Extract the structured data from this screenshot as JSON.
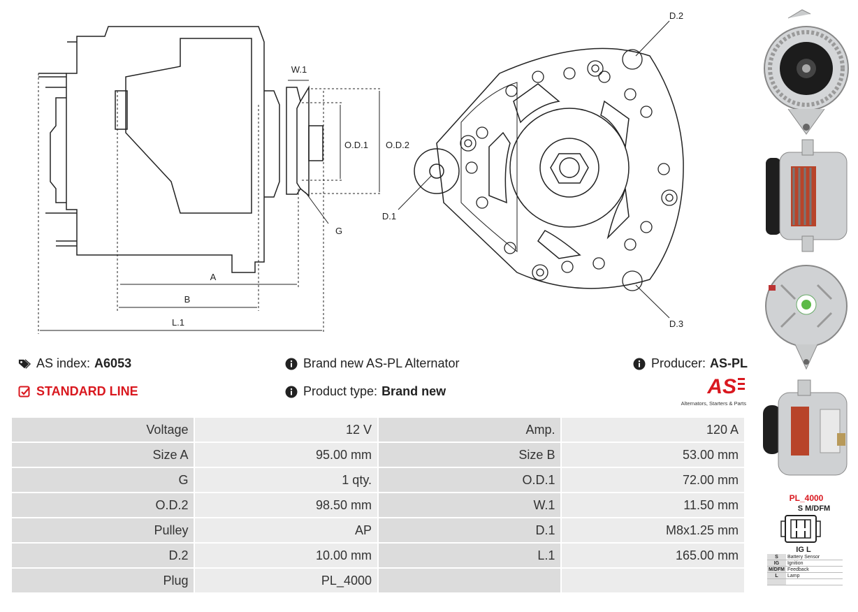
{
  "drawing_labels": {
    "w1": "W.1",
    "od1": "O.D.1",
    "od2": "O.D.2",
    "g": "G",
    "a": "A",
    "b": "B",
    "l1": "L.1",
    "d1": "D.1",
    "d2": "D.2",
    "d3": "D.3"
  },
  "header": {
    "as_index_label": "AS index:",
    "as_index_value": "A6053",
    "line": "STANDARD LINE",
    "description": "Brand new AS-PL Alternator",
    "product_type_label": "Product type:",
    "product_type_value": "Brand new",
    "producer_label": "Producer:",
    "producer_value": "AS-PL",
    "logo_text": "AS",
    "logo_tagline": "Alternators, Starters & Parts"
  },
  "specs": [
    [
      "Voltage",
      "12 V",
      "Amp.",
      "120 A"
    ],
    [
      "Size A",
      "95.00 mm",
      "Size B",
      "53.00 mm"
    ],
    [
      "G",
      "1 qty.",
      "O.D.1",
      "72.00 mm"
    ],
    [
      "O.D.2",
      "98.50 mm",
      "W.1",
      "11.50 mm"
    ],
    [
      "Pulley",
      "AP",
      "D.1",
      "M8x1.25 mm"
    ],
    [
      "D.2",
      "10.00 mm",
      "L.1",
      "165.00 mm"
    ],
    [
      "Plug",
      "PL_4000",
      "",
      ""
    ]
  ],
  "plug": {
    "title": "PL_4000",
    "top_pins": "S  M/DFM",
    "bottom_pins": "IG  L",
    "legend": [
      [
        "S",
        "Battery Sensor"
      ],
      [
        "IG",
        "Ignition"
      ],
      [
        "M/DFM",
        "Feedback"
      ],
      [
        "L",
        "Lamp"
      ]
    ]
  },
  "colors": {
    "accent_red": "#d9181f",
    "key_cell": "#dcdcdc",
    "value_cell": "#ececec"
  }
}
